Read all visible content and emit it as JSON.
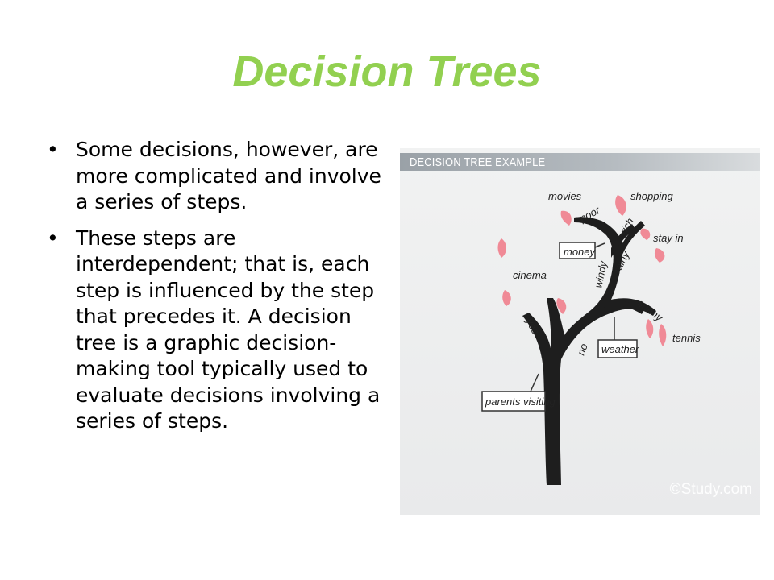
{
  "slide": {
    "title": "Decision Trees",
    "bullets": [
      "Some decisions, however, are more complicated and involve a series of steps.",
      "These steps are interdependent; that is, each step is influenced by the step that precedes it. A decision tree is a graphic decision-making tool typically used to evaluate decisions involving a series of steps."
    ]
  },
  "figure": {
    "header": "DECISION TREE EXAMPLE",
    "labels": {
      "movies": "movies",
      "shopping": "shopping",
      "poor": "poor",
      "rich": "rich",
      "stay_in": "stay in",
      "money": "money",
      "rainy": "rainy",
      "windy": "windy",
      "cinema": "cinema",
      "sunny": "sunny",
      "yes": "yes",
      "no": "no",
      "weather": "weather",
      "tennis": "tennis",
      "parents_visiting": "parents visiting"
    },
    "watermark": "©Study.com"
  },
  "colors": {
    "title": "#92d050",
    "leaf": "#f08a96",
    "tree": "#1e1e1e"
  }
}
